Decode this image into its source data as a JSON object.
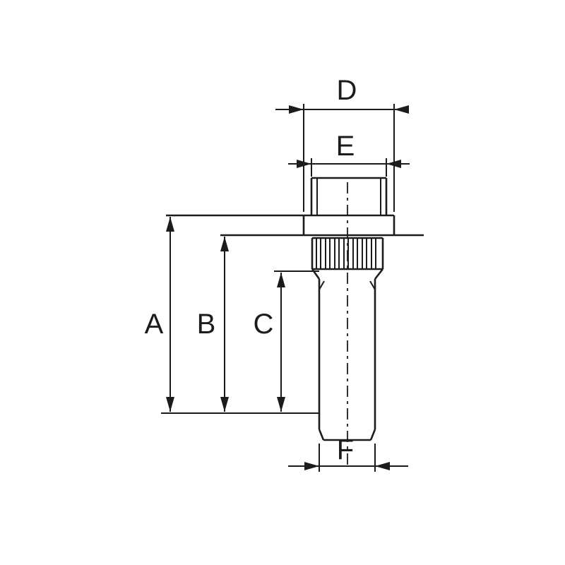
{
  "page": {
    "background": "#ffffff",
    "line_color": "#1c1c1c"
  },
  "diagram": {
    "type": "technical-drawing",
    "subject": "wheel stud side view with dimension callouts",
    "dimension_labels": {
      "A": "A",
      "B": "B",
      "C": "C",
      "D": "D",
      "E": "E",
      "F": "F"
    }
  }
}
